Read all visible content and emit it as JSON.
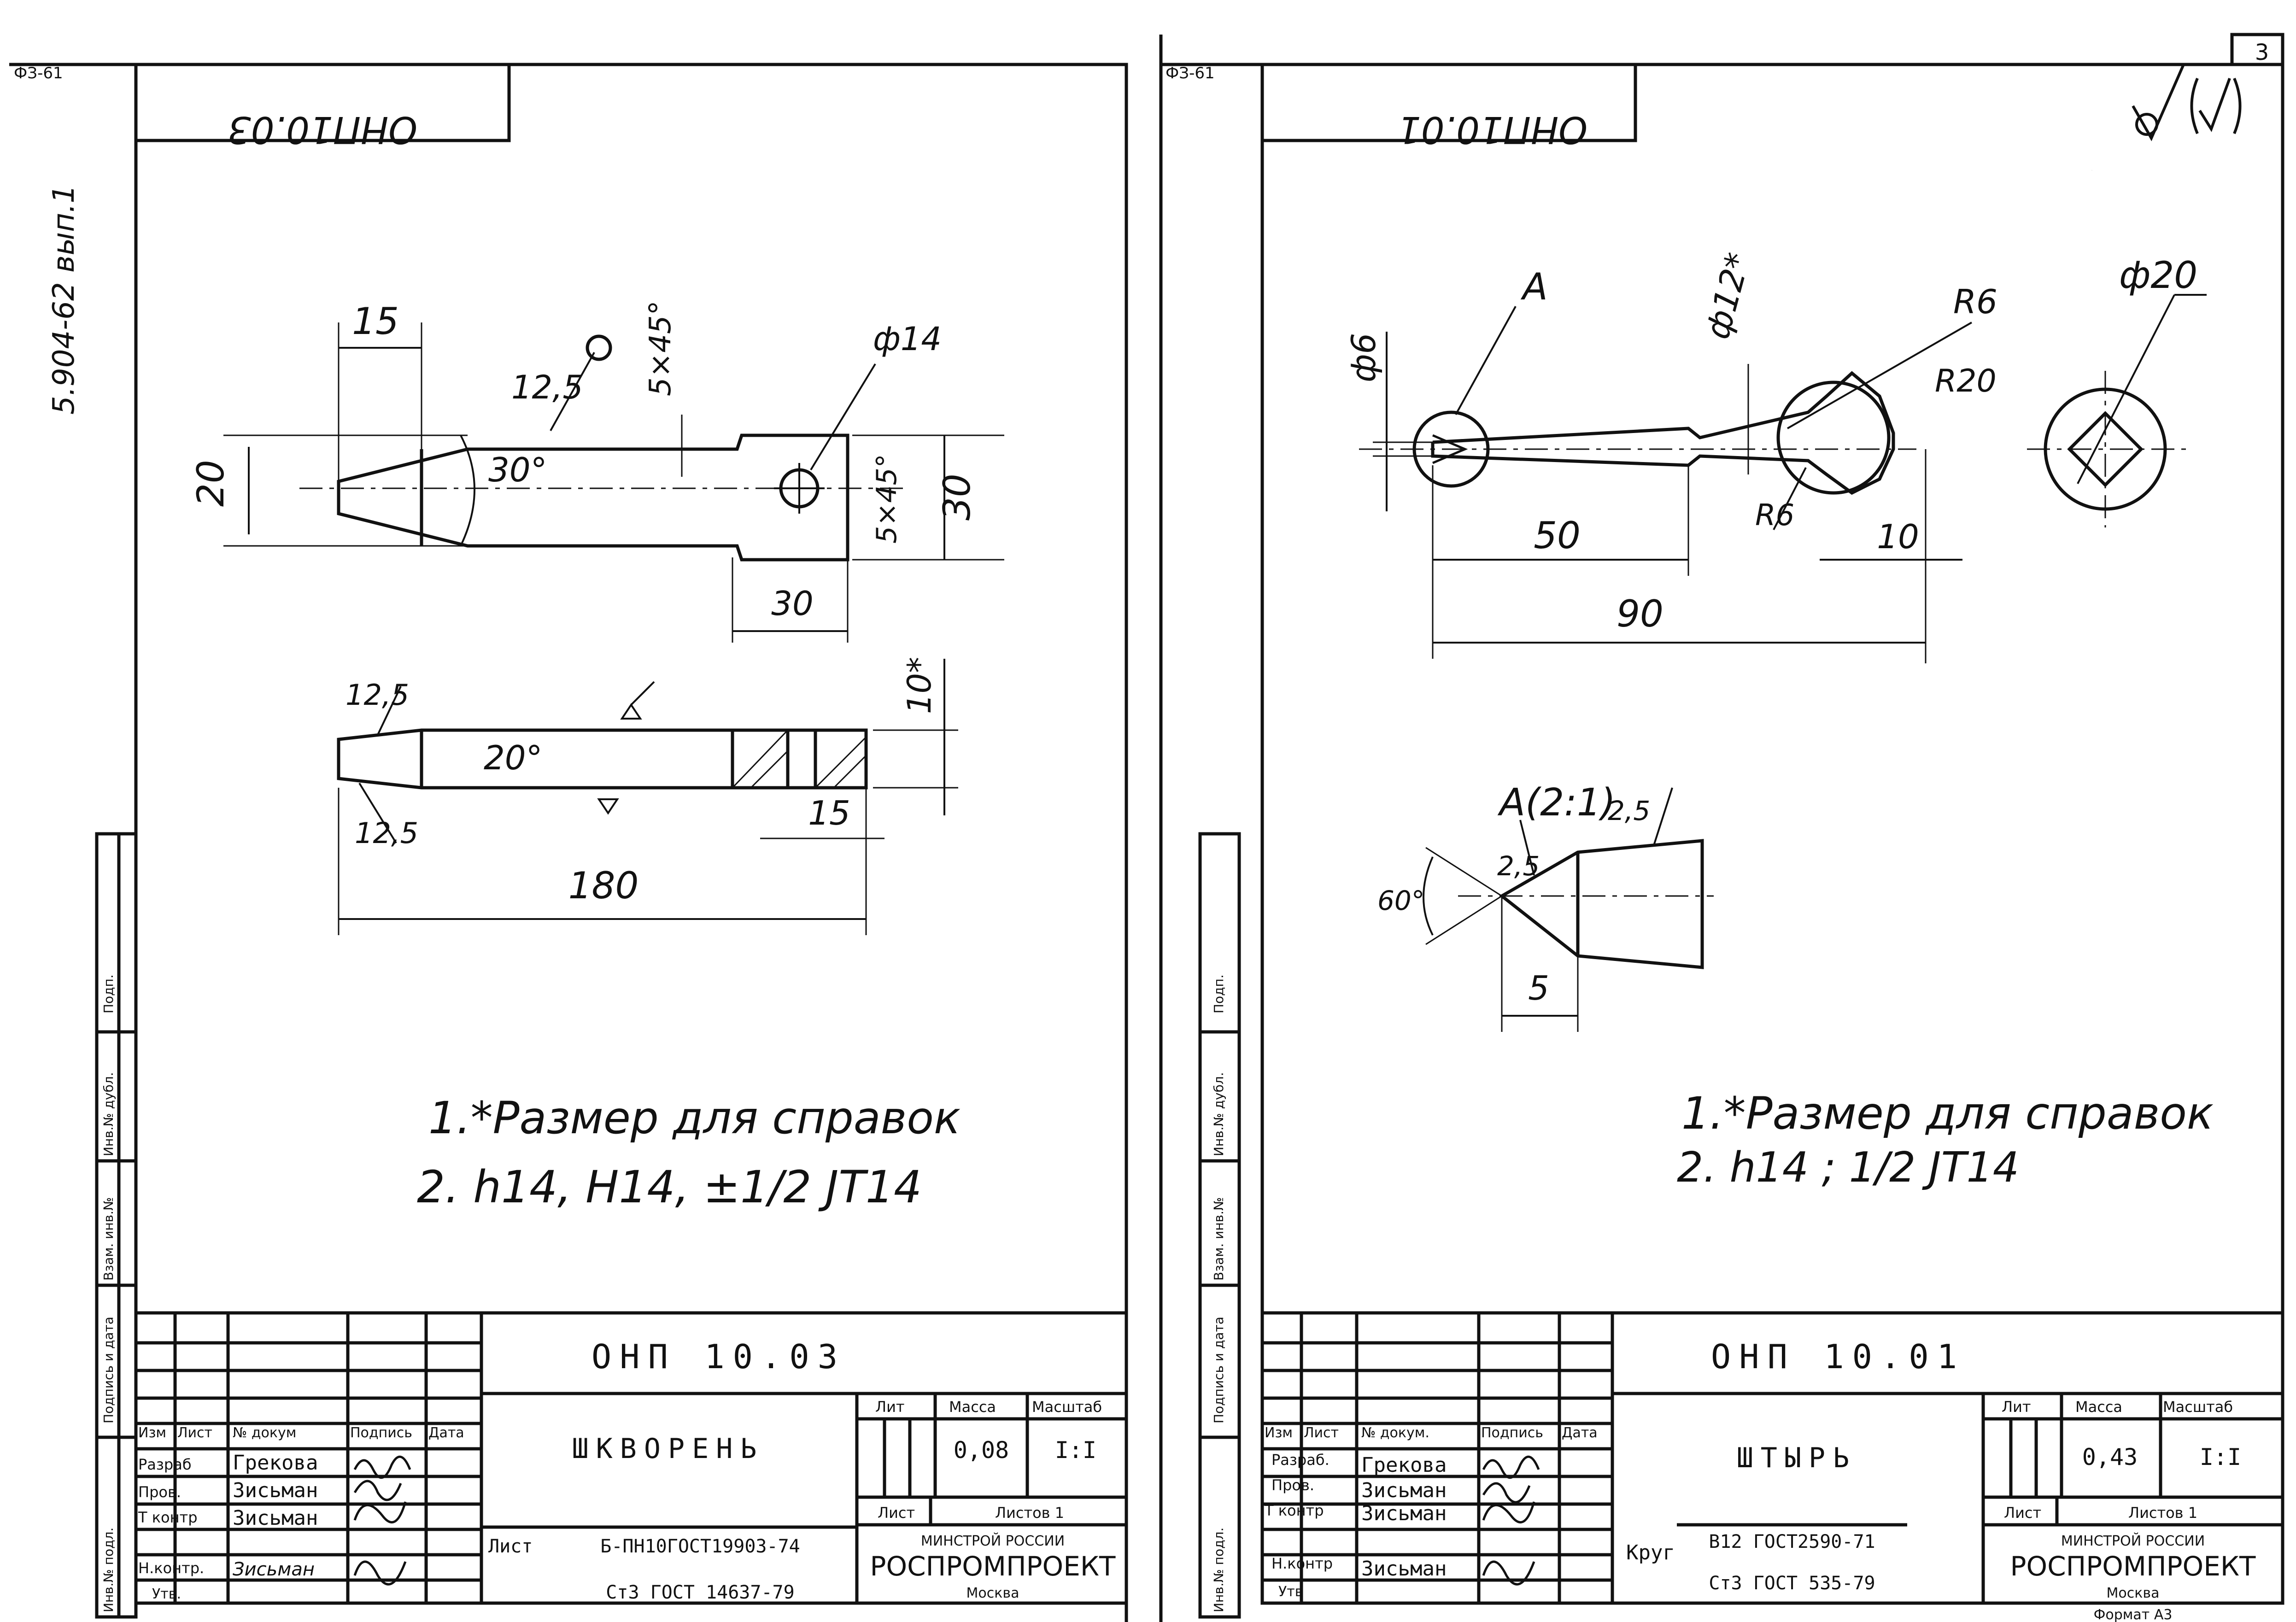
{
  "series_code": "5.904-62 вып.1",
  "page_number": "3",
  "left_sheet": {
    "format_code": "ФЗ-61",
    "rotated_code": "ОНП10.03",
    "dims": {
      "d15": "15",
      "d12_5a": "12,5",
      "d5x45a": "5×45°",
      "dphi14": "ф14",
      "d20": "20",
      "d30deg": "30°",
      "d5x45b": "5×45°",
      "d30": "30",
      "d30b": "30",
      "d12_5b": "12,5",
      "d10s": "10*",
      "d20deg": "20°",
      "d12_5c": "12,5",
      "d15b": "15",
      "d180": "180"
    },
    "notes": [
      "1.*Размер для справок",
      "2. h14, H14, ±1/2 JT14"
    ],
    "title_block": {
      "designation": "ОНП 10.03",
      "name": "ШКВОРЕНЬ",
      "col_headers": [
        "Изм",
        "Лист",
        "№ докум",
        "Подпись",
        "Дата"
      ],
      "roles": [
        "Разраб",
        "Пров.",
        "Т контр",
        "",
        "Н.контр.",
        "Утв."
      ],
      "people": [
        "Грекова",
        "Зисьман",
        "Зисьман",
        "",
        "Зисьман",
        ""
      ],
      "lit_label": "Лит",
      "mass_label": "Масса",
      "scale_label": "Масштаб",
      "mass": "0,08",
      "scale": "I:I",
      "sheet_label": "Лист",
      "sheets_label": "Листов 1",
      "material_prefix": "Лист",
      "material_top": "Б-ПН10ГОСТ19903-74",
      "material_bottom": "Ст3 ГОСТ 14637-79",
      "org_top": "МИНСТРОЙ РОССИИ",
      "org_name": "РОСПРОМПРОЕКТ",
      "org_city": "Москва"
    }
  },
  "right_sheet": {
    "format_code": "ФЗ-61",
    "rotated_code": "ОНП10.01",
    "roughness": "√(√)",
    "dims": {
      "dA": "A",
      "dphi12": "ф12*",
      "dR6a": "R6",
      "dphi20": "ф20",
      "dphi6": "ф6",
      "dR20": "R20",
      "dR6b": "R6",
      "d50": "50",
      "d10": "10",
      "d90": "90",
      "detail": "A(2:1)",
      "d25a": "2,5",
      "d25b": "2,5",
      "d60": "60°",
      "d5": "5"
    },
    "notes": [
      "1.*Размер для справок",
      "2. h14 ; 1/2 JT14"
    ],
    "title_block": {
      "designation": "ОНП 10.01",
      "name": "ШТЫРЬ",
      "col_headers": [
        "Изм",
        "Лист",
        "№ докум.",
        "Подпись",
        "Дата"
      ],
      "roles": [
        "Разраб.",
        "Пров.",
        "Т контр",
        "",
        "Н.контр",
        "Утв"
      ],
      "people": [
        "Грекова",
        "Зисьман",
        "Зисьман",
        "",
        "Зисьман",
        ""
      ],
      "lit_label": "Лит",
      "mass_label": "Масса",
      "scale_label": "Масштаб",
      "mass": "0,43",
      "scale": "I:I",
      "sheet_label": "Лист",
      "sheets_label": "Листов 1",
      "material_prefix": "Круг",
      "material_top": "В12 ГОСТ2590-71",
      "material_bottom": "Ст3 ГОСТ 535-79",
      "org_top": "МИНСТРОЙ РОССИИ",
      "org_name": "РОСПРОМПРОЕКТ",
      "org_city": "Москва"
    }
  },
  "side_labels": [
    "Инв.№ подл.",
    "Подпись и дата",
    "Взам. инв.№",
    "Инв.№ дубл.",
    "Подп."
  ],
  "footer_right": "Формат А3"
}
